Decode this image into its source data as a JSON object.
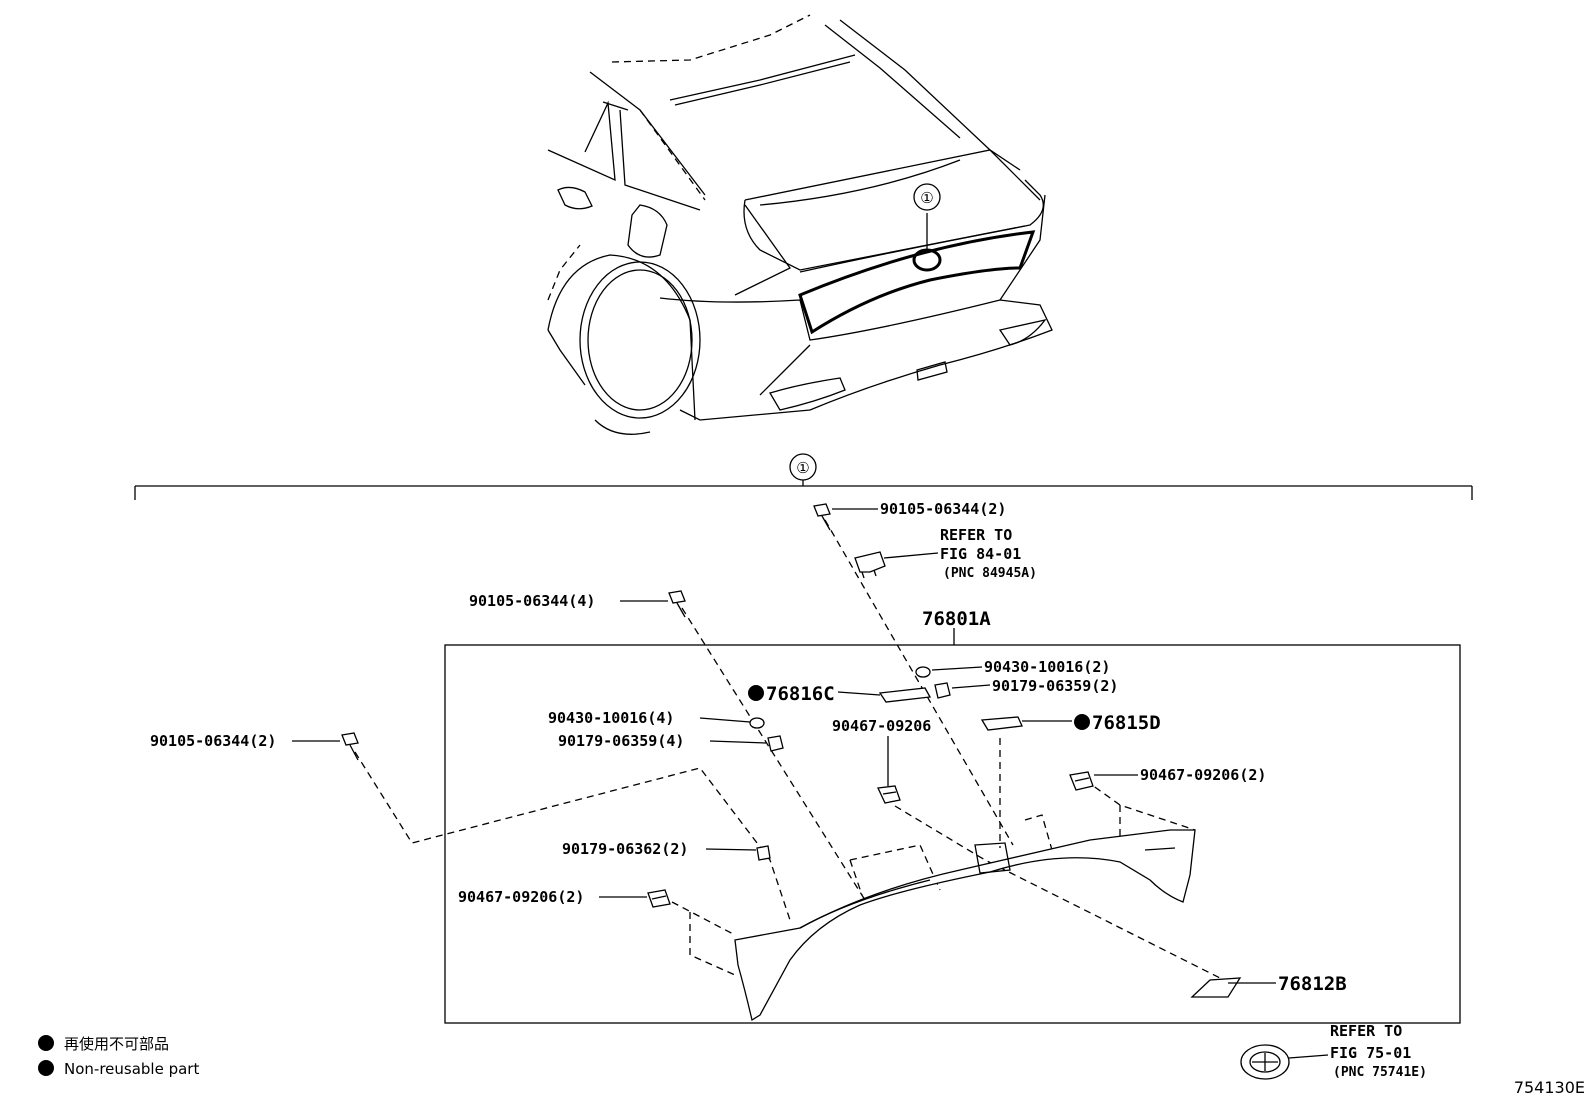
{
  "diagram": {
    "callout_number": "①",
    "figure_code": "754130E",
    "assembly": {
      "part_no": "76801A"
    },
    "parts": [
      {
        "id": "p1",
        "label": "90105-06344(2)"
      },
      {
        "id": "p2",
        "label": "90105-06344(4)"
      },
      {
        "id": "p3",
        "label": "90105-06344(2)"
      },
      {
        "id": "p4",
        "label": "90430-10016(2)"
      },
      {
        "id": "p5",
        "label": "90179-06359(2)"
      },
      {
        "id": "p6",
        "label": "76816C",
        "non_reusable": true
      },
      {
        "id": "p7",
        "label": "90430-10016(4)"
      },
      {
        "id": "p8",
        "label": "90179-06359(4)"
      },
      {
        "id": "p9",
        "label": "90467-09206"
      },
      {
        "id": "p10",
        "label": "76815D",
        "non_reusable": true
      },
      {
        "id": "p11",
        "label": "90467-09206(2)"
      },
      {
        "id": "p12",
        "label": "90179-06362(2)"
      },
      {
        "id": "p13",
        "label": "90467-09206(2)"
      },
      {
        "id": "p14",
        "label": "76812B"
      }
    ],
    "refer_top": {
      "line1": "REFER TO",
      "line2": "FIG 84-01",
      "line3": "(PNC 84945A)"
    },
    "refer_bottom": {
      "line1": "REFER TO",
      "line2": "FIG 75-01",
      "line3": "(PNC 75741E)"
    }
  },
  "legend": {
    "symbol_icon": "filled-circle-icon",
    "line_ja": "再使用不可部品",
    "line_en": "Non-reusable part"
  }
}
